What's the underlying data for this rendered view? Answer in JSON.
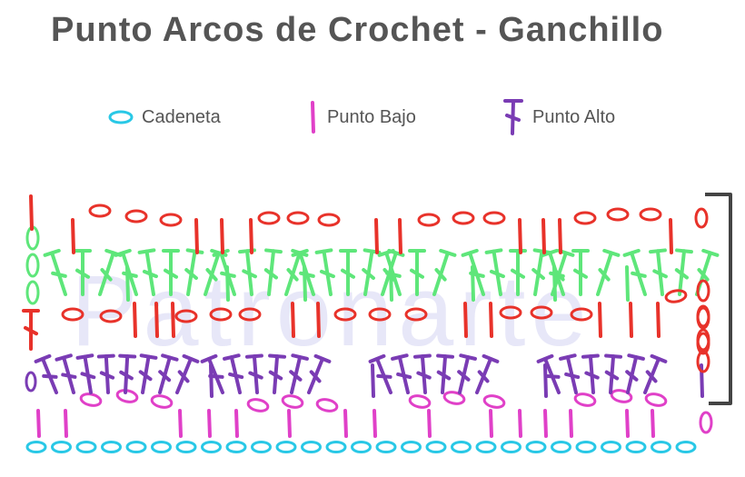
{
  "title": "Punto Arcos de Crochet - Ganchillo",
  "legend": [
    {
      "label": "Cadeneta",
      "icon": "chain-stitch-icon",
      "color": "#29c8e6"
    },
    {
      "label": "Punto Bajo",
      "icon": "single-crochet-icon",
      "color": "#e040c8"
    },
    {
      "label": "Punto Alto",
      "icon": "double-crochet-icon",
      "color": "#7a3cb4"
    }
  ],
  "watermark": "Patronarte",
  "colors": {
    "chain": "#29c8e6",
    "magenta": "#e040c8",
    "purple": "#7a3cb4",
    "red": "#e8322a",
    "green": "#5ee67a",
    "bracket": "#444444",
    "title": "#555555"
  }
}
